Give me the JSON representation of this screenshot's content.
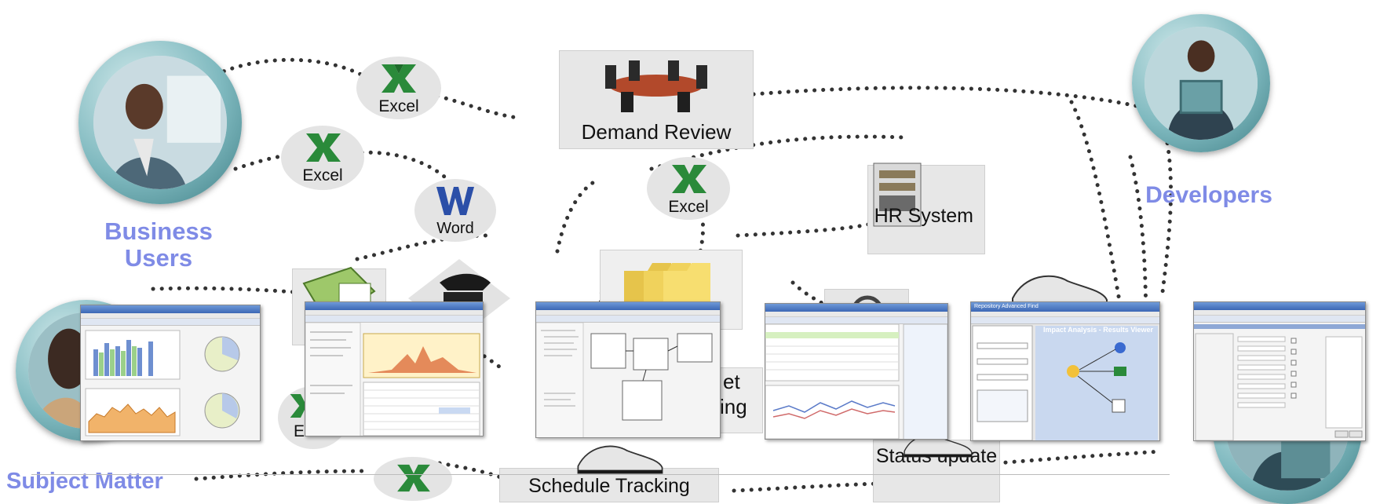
{
  "roles": {
    "business_users": "Business Users",
    "developers": "Developers",
    "subject_matter": "Subject Matter"
  },
  "apps": {
    "excel_1": "Excel",
    "excel_2": "Excel",
    "excel_3": "Excel",
    "excel_4": "E",
    "word": "Word"
  },
  "systems": {
    "demand_review": "Demand Review",
    "hr_system": "HR System",
    "status_update": "Status update",
    "schedule_tracking": "Schedule Tracking",
    "budget_fragment": "et",
    "tracking_fragment": "ing"
  },
  "screenshots": {
    "repo_window_title": "Repository Advanced Find",
    "impact_title": "Impact Analysis - Results Viewer"
  },
  "colors": {
    "role_label": "#7f8be6",
    "excel_green": "#2a8a3a",
    "word_blue": "#2b4fa8",
    "path_dots": "#333333"
  }
}
